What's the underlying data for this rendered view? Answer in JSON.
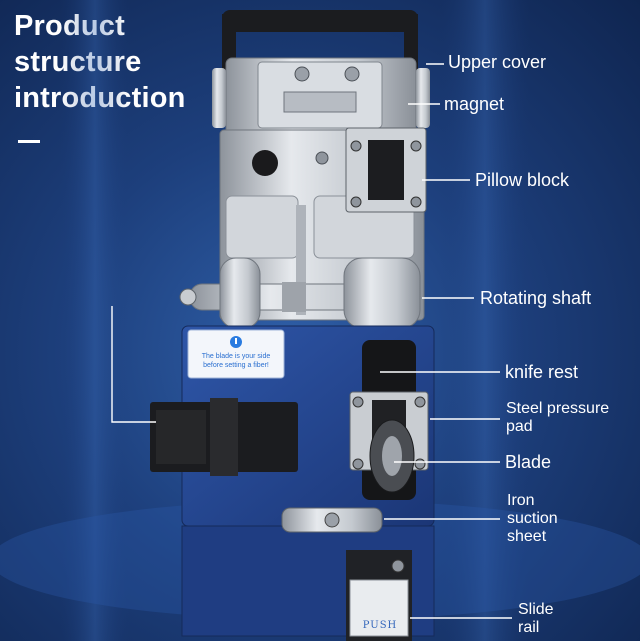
{
  "title": {
    "line1": "Product",
    "line2": "structure",
    "line3": "introduction"
  },
  "sticker": {
    "text": "The blade is your side before setting a fiber!"
  },
  "push_label": "PUSH",
  "labels": [
    {
      "key": "upper_cover",
      "text": "Upper cover"
    },
    {
      "key": "magnet",
      "text": "magnet"
    },
    {
      "key": "pillow_block",
      "text": "Pillow block"
    },
    {
      "key": "rotating_shaft",
      "text": "Rotating shaft"
    },
    {
      "key": "knife_rest",
      "text": "knife rest"
    },
    {
      "key": "steel_pressure_pad",
      "text": "Steel pressure pad"
    },
    {
      "key": "blade",
      "text": "Blade"
    },
    {
      "key": "iron_suction_sheet",
      "text": "Iron suction sheet"
    },
    {
      "key": "slide_rail",
      "text": "Slide rail"
    }
  ],
  "colors": {
    "background": "#1d3f7c",
    "body_blue": "#24458f",
    "silver": "#c9cdd3",
    "text": "#ffffff"
  }
}
